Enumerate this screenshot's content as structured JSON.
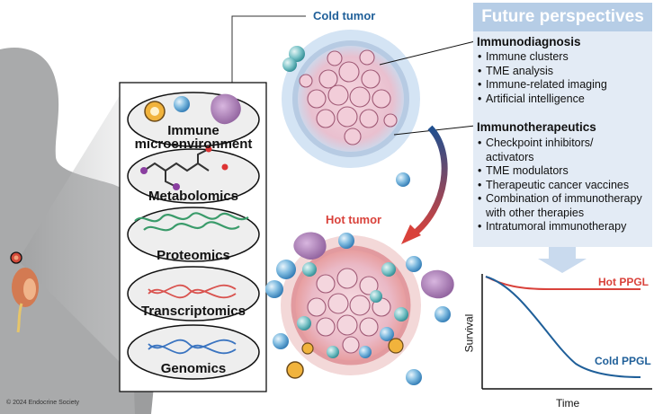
{
  "copyright": "© 2024 Endocrine Society",
  "omics_layers": [
    {
      "label_lines": [
        "Immune",
        "microenvironment"
      ]
    },
    {
      "label_lines": [
        "Metabolomics"
      ]
    },
    {
      "label_lines": [
        "Proteomics"
      ]
    },
    {
      "label_lines": [
        "Transcriptomics"
      ]
    },
    {
      "label_lines": [
        "Genomics"
      ]
    }
  ],
  "tumors": {
    "cold_label": "Cold tumor",
    "hot_label": "Hot tumor",
    "cold_color": "#1f5f99",
    "hot_color": "#d9423b"
  },
  "future": {
    "title": "Future perspectives",
    "sections": [
      {
        "title": "Immunodiagnosis",
        "icon": "microscope-icon",
        "items": [
          "Immune clusters",
          "TME analysis",
          "Immune-related imaging",
          "Artificial intelligence"
        ]
      },
      {
        "title": "Immunotherapeutics",
        "icon": "syringe-icon",
        "items": [
          "Checkpoint inhibitors/\nactivators",
          "TME modulators",
          "Therapeutic cancer vaccines",
          "Combination of immunotherapy\nwith other therapies",
          "Intratumoral immunotherapy"
        ]
      }
    ]
  },
  "survival_chart": {
    "x_label": "Time",
    "y_label": "Survival",
    "series": [
      {
        "name": "Hot PPGL",
        "color": "#d9423b"
      },
      {
        "name": "Cold PPGL",
        "color": "#1f5f99"
      }
    ]
  },
  "colors": {
    "panel_header": "#b6cde6",
    "panel_body": "#e3ebf5",
    "body_silhouette": "#a9aaab"
  }
}
